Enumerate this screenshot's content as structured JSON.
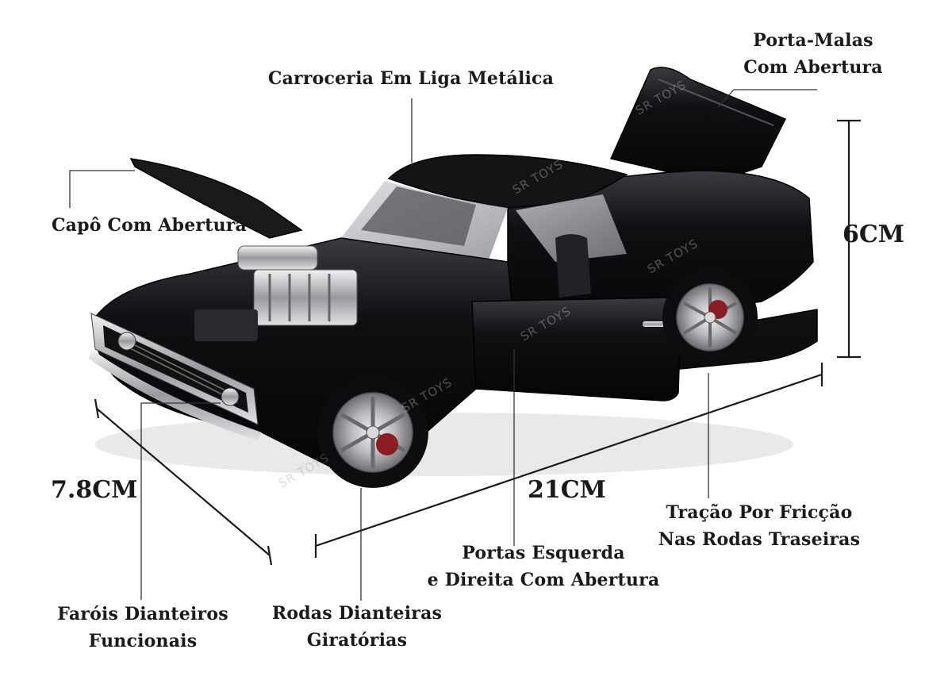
{
  "watermark": "SR TOYS",
  "callouts": {
    "trunk": [
      "Porta-Malas",
      "Com Abertura"
    ],
    "body": "Carroceria Em Liga Metálica",
    "hood": "Capô Com Abertura",
    "doors": [
      "Portas Esquerda",
      "e Direita Com Abertura"
    ],
    "traction": [
      "Tração Por Fricção",
      "Nas Rodas Traseiras"
    ],
    "headlights": [
      "Faróis Dianteiros",
      "Funcionais"
    ],
    "wheels": [
      "Rodas Dianteiras",
      "Giratórias"
    ]
  },
  "dimensions": {
    "height": "6CM",
    "width": "7.8CM",
    "length": "21CM"
  },
  "colors": {
    "car_body": "#0c0c0e",
    "chrome": "#c9c9cc",
    "brake_caliper": "#8a1c22",
    "line": "#333333"
  }
}
